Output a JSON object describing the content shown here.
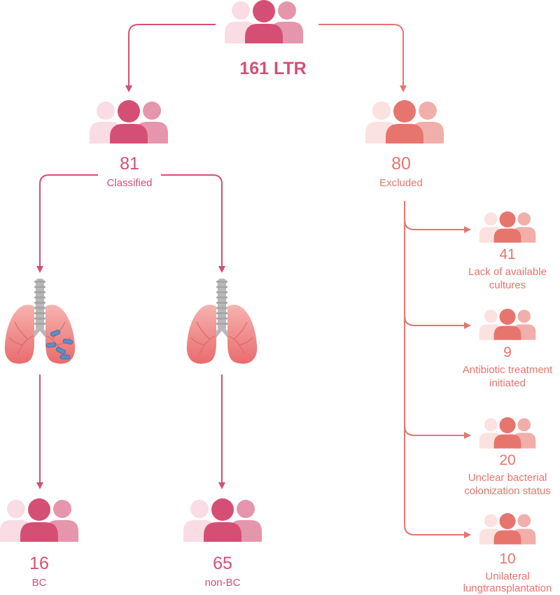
{
  "colors": {
    "primary": "#D54F74",
    "excluded": "#E6756E",
    "primary_light": "#F9DCE4",
    "primary_mid": "#E596AC",
    "excluded_light": "#FBE1DF",
    "excluded_mid": "#F1AFAB",
    "lung_top": "#F6B3B0",
    "lung_bottom": "#EA6B6D",
    "trachea": "#B9B9B9",
    "bacteria": "#5C8DC7"
  },
  "root": {
    "count": "161 LTR",
    "icon": "people-group-icon"
  },
  "classified": {
    "count": "81",
    "label": "Classified",
    "icon": "people-group-icon"
  },
  "excluded": {
    "count": "80",
    "label": "Excluded",
    "icon": "people-group-icon",
    "reasons": [
      {
        "count": "41",
        "line1": "Lack of available",
        "line2": "cultures"
      },
      {
        "count": "9",
        "line1": "Antibiotic treatment",
        "line2": "initiated"
      },
      {
        "count": "20",
        "line1": "Unclear bacterial",
        "line2": "colonization status"
      },
      {
        "count": "10",
        "line1": "Unilateral",
        "line2": "lungtransplantation"
      }
    ]
  },
  "groups": {
    "bc": {
      "count": "16",
      "label": "BC",
      "icon": "lungs-with-bacteria-icon"
    },
    "non_bc": {
      "count": "65",
      "label": "non-BC",
      "icon": "lungs-icon"
    }
  }
}
